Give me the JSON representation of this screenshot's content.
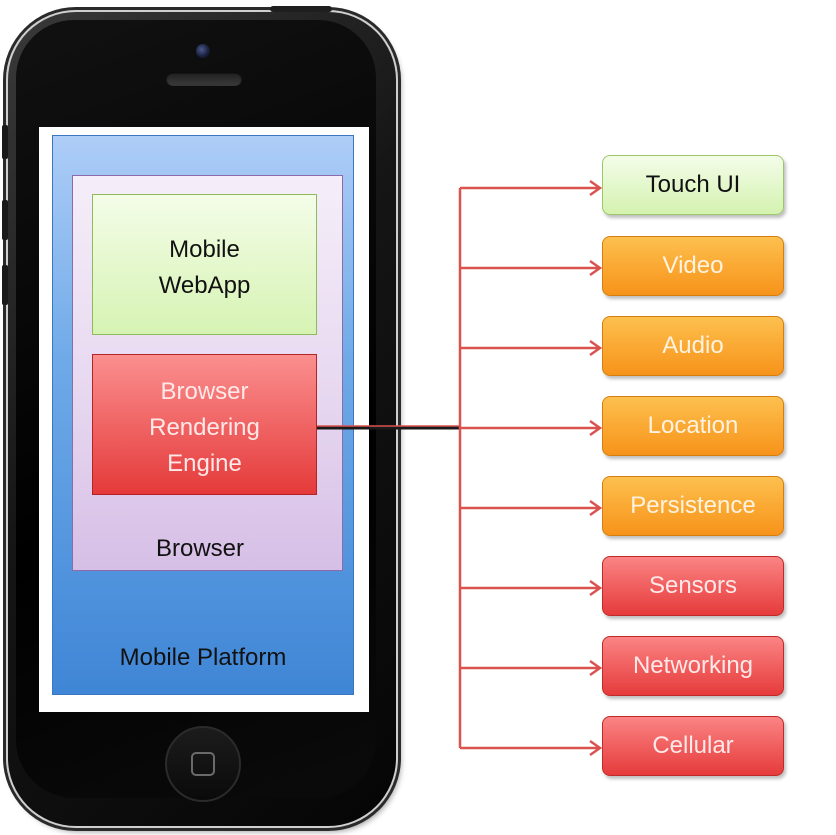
{
  "phone": {
    "platform_label": "Mobile Platform",
    "browser_label": "Browser",
    "webapp_label_line1": "Mobile",
    "webapp_label_line2": "WebApp",
    "engine_label_line1": "Browser",
    "engine_label_line2": "Rendering",
    "engine_label_line3": "Engine"
  },
  "features": [
    {
      "label": "Touch UI",
      "color": "green"
    },
    {
      "label": "Video",
      "color": "orange"
    },
    {
      "label": "Audio",
      "color": "orange"
    },
    {
      "label": "Location",
      "color": "orange"
    },
    {
      "label": "Persistence",
      "color": "orange"
    },
    {
      "label": "Sensors",
      "color": "red"
    },
    {
      "label": "Networking",
      "color": "red"
    },
    {
      "label": "Cellular",
      "color": "red"
    }
  ],
  "colors": {
    "connector": "#d9534f",
    "green": "#d4f2b0",
    "orange": "#f7931a",
    "red": "#e63b3b",
    "platform": "#3f86d6",
    "browser": "#d6bfe6"
  }
}
